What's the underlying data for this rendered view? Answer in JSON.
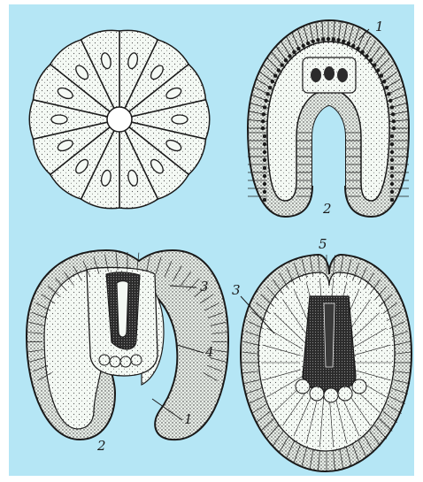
{
  "colors": {
    "background": "#b5e6f5",
    "frame": "#ffffff",
    "cell_fill": "#f4f9f4",
    "ink": "#1a1a1a",
    "dark_tissue": "#2b2b2b"
  },
  "figures": [
    {
      "id": "blastula",
      "labels": []
    },
    {
      "id": "gastrula",
      "labels": [
        "1",
        "2"
      ]
    },
    {
      "id": "neurula-early",
      "labels": [
        "3",
        "4",
        "1",
        "2"
      ]
    },
    {
      "id": "neurula-late",
      "labels": [
        "5",
        "3"
      ]
    }
  ],
  "labels": {
    "ectoderm": "1",
    "blastopore": "2",
    "neural_plate_a": "3",
    "mesoderm": "4",
    "endoderm": "1",
    "blastopore_b": "2",
    "neural_fold": "5",
    "neural_plate_b": "3"
  },
  "icons": [
    "embryo-cell-icon"
  ]
}
